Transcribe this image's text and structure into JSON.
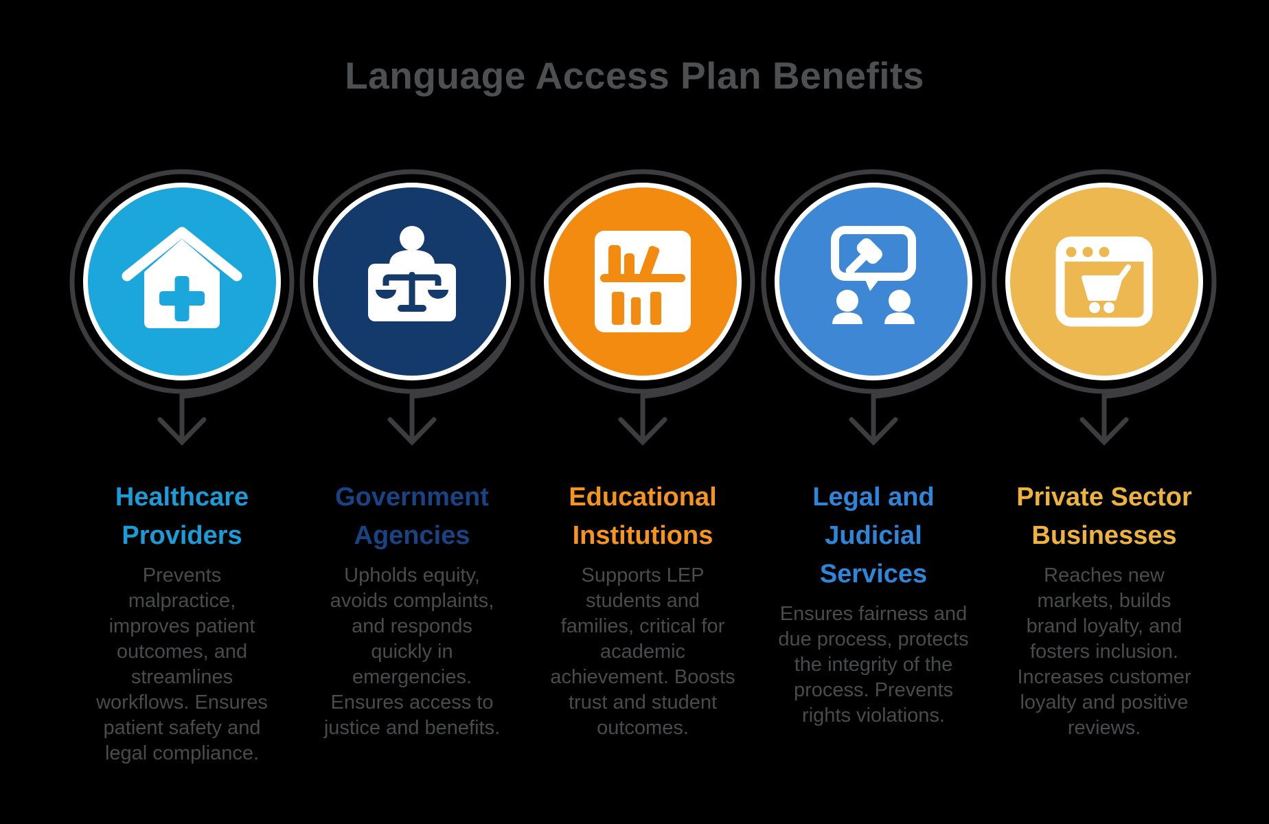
{
  "title": {
    "text": "Language Access Plan Benefits",
    "color": "#4e4f51"
  },
  "colors": {
    "background": "#000000",
    "ring": "#3d3d3f",
    "body_text": "#4a4b4d",
    "white": "#ffffff"
  },
  "items": [
    {
      "heading": "Healthcare\nProviders",
      "heading_color": "#1b9cd8",
      "circle_color": "#1ba7db",
      "icon": "medical-home-icon",
      "description": "Prevents\nmalpractice,\nimproves patient\noutcomes, and\nstreamlines\nworkflows. Ensures\npatient safety and\nlegal compliance."
    },
    {
      "heading": "Government\nAgencies",
      "heading_color": "#1a4383",
      "circle_color": "#14396b",
      "icon": "clerk-scales-icon",
      "description": "Upholds equity,\navoids complaints,\nand responds\nquickly in\nemergencies.\nEnsures access to\njustice and benefits."
    },
    {
      "heading": "Educational\nInstitutions",
      "heading_color": "#f7941d",
      "circle_color": "#f28b0f",
      "icon": "bookshelf-icon",
      "description": "Supports LEP\nstudents and\nfamilies, critical for\nacademic\nachievement. Boosts\ntrust and student\noutcomes."
    },
    {
      "heading": "Legal and\nJudicial\nServices",
      "heading_color": "#2e86db",
      "circle_color": "#3d87d5",
      "icon": "discussion-gavel-icon",
      "description": "Ensures fairness and\ndue process, protects\nthe integrity of the\nprocess. Prevents\nrights violations."
    },
    {
      "heading": "Private Sector\nBusinesses",
      "heading_color": "#edb33d",
      "circle_color": "#ecb84f",
      "icon": "browser-cart-icon",
      "description": "Reaches new\nmarkets, builds\nbrand loyalty, and\nfosters inclusion.\nIncreases customer\nloyalty and positive\nreviews."
    }
  ]
}
